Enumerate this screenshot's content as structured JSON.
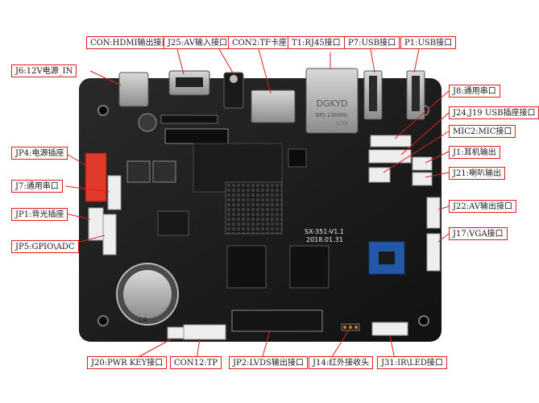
{
  "labels": {
    "j6": "J6:12V电源_IN",
    "con_hdmi": "CON:HDMI输出接口",
    "j25": "J25:AV输入接口",
    "con2": "CON2:TF卡座",
    "t1": "T1:RJ45接口",
    "p7": "P7:USB接口",
    "p1": "P1:USB接口",
    "j8": "J8:通用串口",
    "j24": "J24,J19 USB插座接口",
    "mic2": "MIC2:MIC接口",
    "j1": "J1:耳机输出",
    "j21": "J21:喇叭输出",
    "j22": "J22:AV输出接口",
    "j17": "J17:VGA接口",
    "jp4": "JP4:电源插座",
    "j7": "J7:通用串口",
    "jp1": "JP1:背光插座",
    "jp5": "JP5:GPIO\\ADC",
    "j20": "J20:PWR KEY接口",
    "con12": "CON12:TP",
    "jp2": "JP2:LVDS输出接口",
    "j14": "J14:红外接收头",
    "j31": "J31:IR\\LED接口"
  },
  "board": {
    "rj45_text": "DGKYD",
    "rj45_sub": "NRJ-1368NL",
    "rj45_code": "1738",
    "model": "SX-351-V1.1",
    "date": "2018.01.31",
    "battery_mark": "CR"
  }
}
